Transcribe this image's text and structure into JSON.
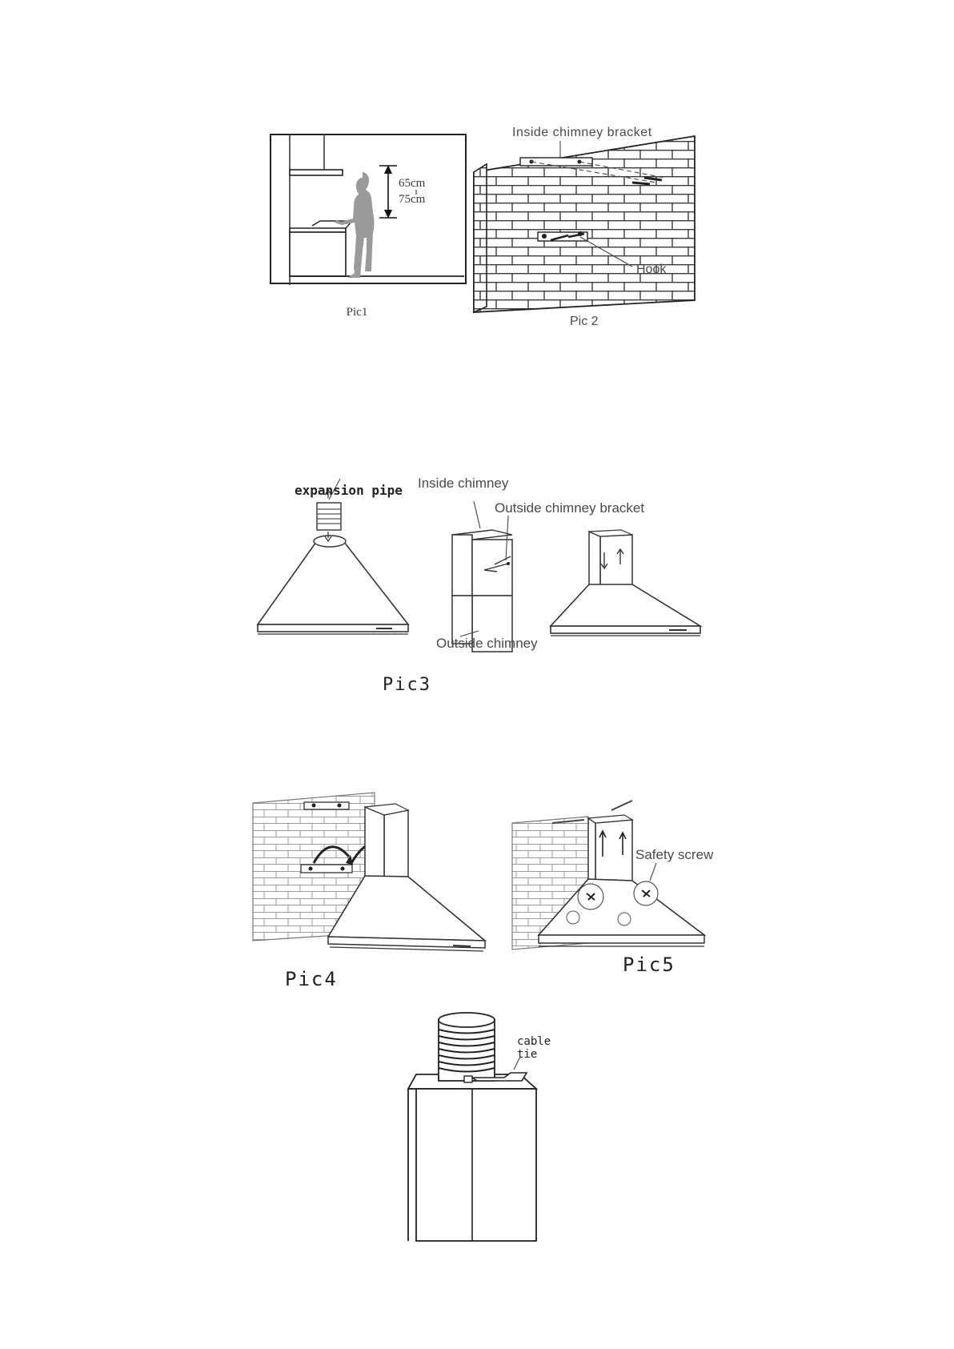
{
  "pic1": {
    "caption": "Pic1",
    "height_min": "65cm",
    "height_max": "75cm"
  },
  "pic2": {
    "caption": "Pic 2",
    "label_bracket": "Inside chimney bracket",
    "label_hook": "Hook"
  },
  "pic3": {
    "caption": "Pic3",
    "label_expansion_pipe": "expansion pipe",
    "label_inside_chimney": "Inside chimney",
    "label_outside_bracket": "Outside chimney bracket",
    "label_outside_chimney": "Outside chimney"
  },
  "pic4": {
    "caption": "Pic4"
  },
  "pic5": {
    "caption": "Pic5",
    "label_safety_screw": "Safety screw"
  },
  "pic6": {
    "label_cable_tie_1": "cable",
    "label_cable_tie_2": "tie"
  },
  "colors": {
    "line": "#3a3a3a",
    "silhouette": "#9a9a9a",
    "brick_fill": "#ffffff"
  }
}
